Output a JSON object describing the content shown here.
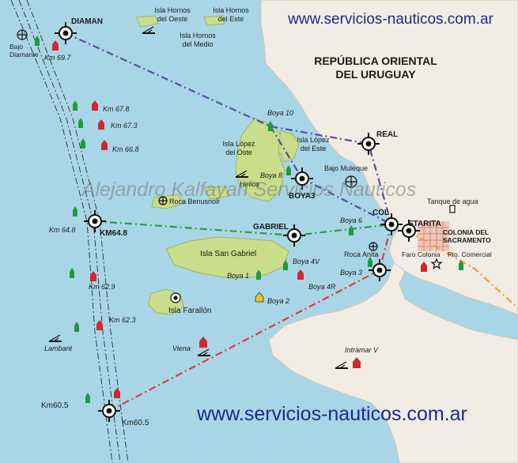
{
  "watermark_top": "www.servicios-nauticos.com.ar",
  "watermark_bottom": "www.servicios-nauticos.com.ar",
  "watermark_center": "Alejandro Kalfayan Servicios Nauticos",
  "country": {
    "line1": "REPÚBLICA ORIENTAL",
    "line2": "DEL URUGUAY"
  },
  "islands": {
    "hornos_oeste": [
      "Isla Hornos",
      "del Oeste"
    ],
    "hornos_este": [
      "Isla Hornos",
      "del Este"
    ],
    "hornos_medio": [
      "Isla Hornos",
      "del Medio"
    ],
    "lopez_oeste": [
      "Isla López",
      "del Oste"
    ],
    "lopez_este": [
      "Isla López",
      "del Este"
    ],
    "san_gabriel": "Isla San Gabriel",
    "farallon": "Isla Farallón"
  },
  "places": {
    "colonia": [
      "COLONIA DEL",
      "SACRAMENTO"
    ],
    "tanque": "Tanque de agua",
    "faro_colonia": "Faro Colonia",
    "pto_comercial": "Pto. Comercial",
    "bajo_muleque": "Bajo Muleque",
    "roca_benusnoir": "Roca Benusnoir",
    "roca_anita": "Roca Anita",
    "bajo_diamante": [
      "Bajo",
      "Diamante"
    ]
  },
  "waypoints": {
    "diaman": "DIAMAN",
    "real": "REAL",
    "boya3": "BOYA3",
    "gabriel": "GABRIEL",
    "col": "COL",
    "starita": "STARITA",
    "km648": "KM64.8",
    "km605": "Km60.5"
  },
  "buoys": {
    "km697": "Km 69.7",
    "km678": "Km 67.8",
    "km673": "Km 67.3",
    "km668": "Km 66.8",
    "km648": "Km 64.8",
    "km629": "Km 62.9",
    "km623": "Km 62.3",
    "km605": "Km60.5",
    "boya10": "Boya 10",
    "boya8": "Boya 8",
    "boya6": "Boya 6",
    "boya4v": "Boya 4V",
    "boya4r": "Boya 4R",
    "boya1": "Boya 1",
    "boya2": "Boya 2",
    "boya3": "Boya 3"
  },
  "wrecks": {
    "helios": "Helios",
    "lambare": "Lambaré",
    "viena": "Viena",
    "intramar": "Intramar V"
  },
  "colors": {
    "water": "#a9d6e6",
    "land": "#f1ede4",
    "island": "#c9dd8a",
    "route_purple": "#5b4aa8",
    "route_green": "#2a9a4a",
    "route_red": "#e23a3a",
    "route_orange": "#f39a3a",
    "buoy_green": "#1f9a3e",
    "buoy_red": "#d1282e",
    "watermark": "#1d2a8c"
  }
}
